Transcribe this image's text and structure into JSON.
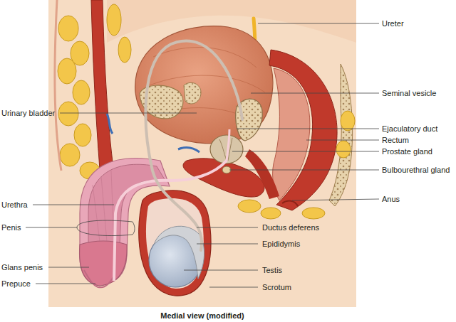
{
  "diagram": {
    "caption": "Medial view (modified)",
    "labels": [
      "Ureter",
      "Seminal vesicle",
      "Urinary bladder",
      "Ejaculatory duct",
      "Rectum",
      "Prostate gland",
      "Bulbourethral gland",
      "Anus",
      "Urethra",
      "Penis",
      "Ductus deferens",
      "Epididymis",
      "Glans penis",
      "Testis",
      "Prepuce",
      "Scrotum"
    ]
  }
}
